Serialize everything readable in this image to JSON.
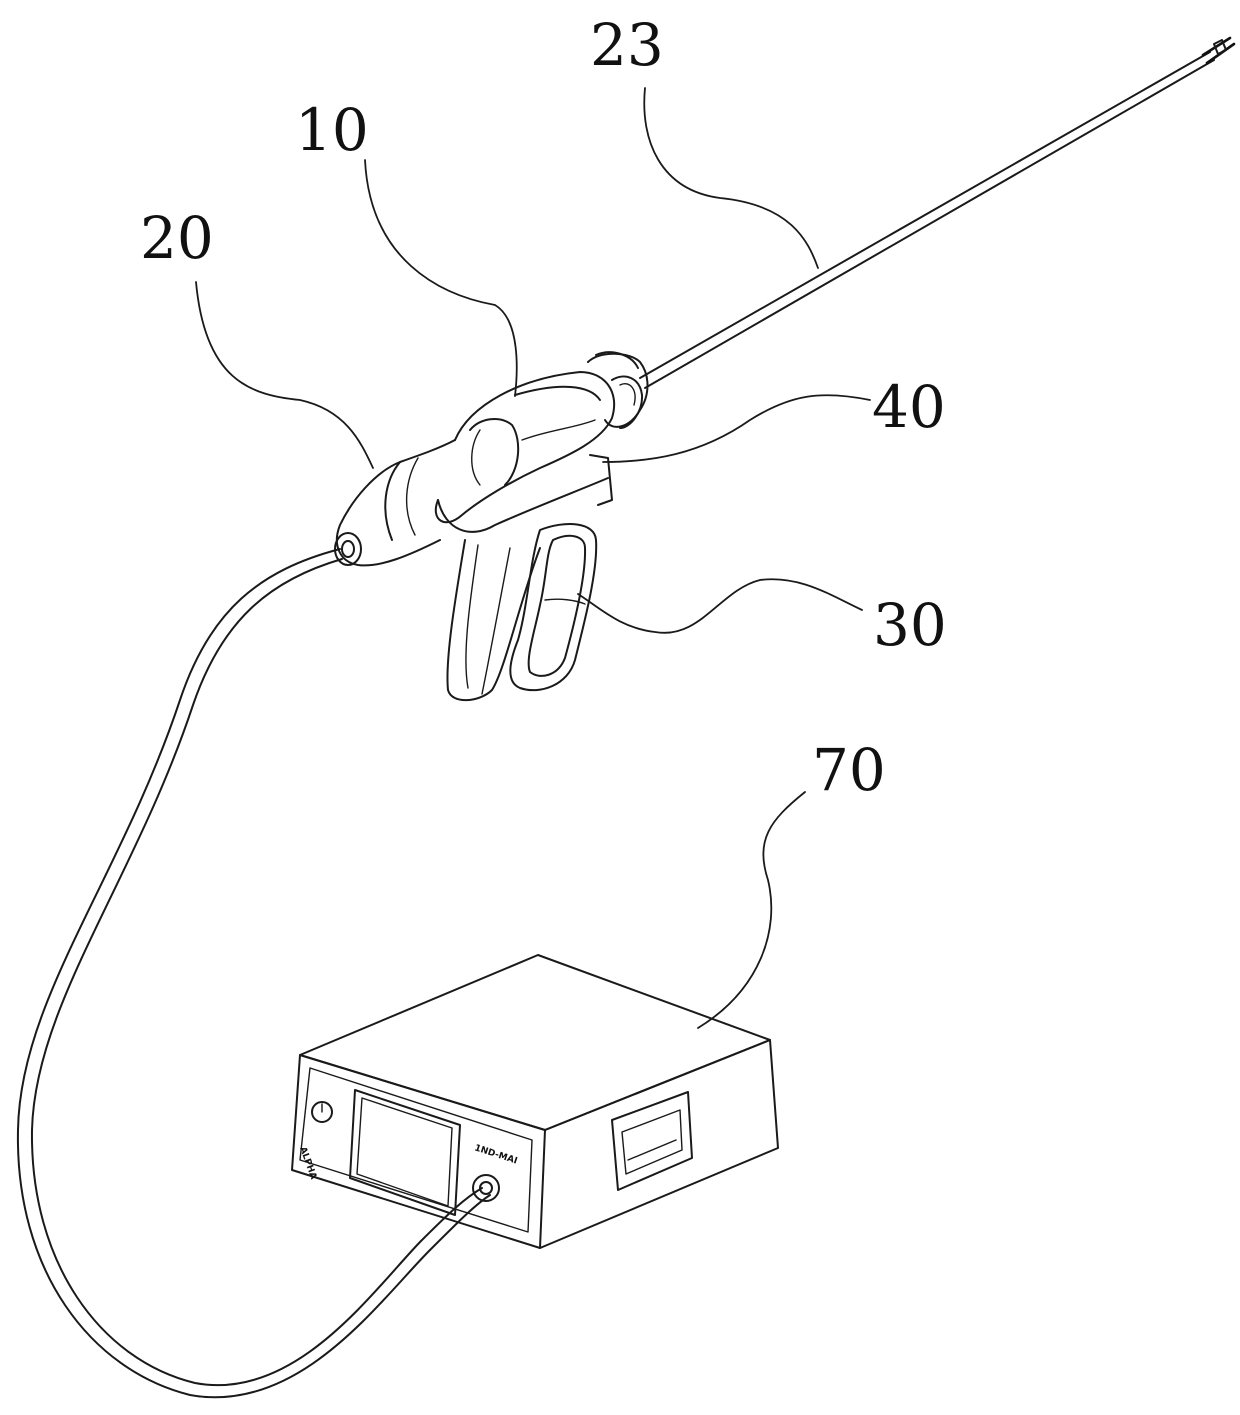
{
  "labels": {
    "ref_23": "23",
    "ref_10": "10",
    "ref_20": "20",
    "ref_40": "40",
    "ref_30": "30",
    "ref_70": "70"
  },
  "device_panel": {
    "brand_text": "ALPHA",
    "port_text": "1ND-MAI"
  },
  "colors": {
    "line": "#1a1a1a",
    "background": "#ffffff"
  }
}
